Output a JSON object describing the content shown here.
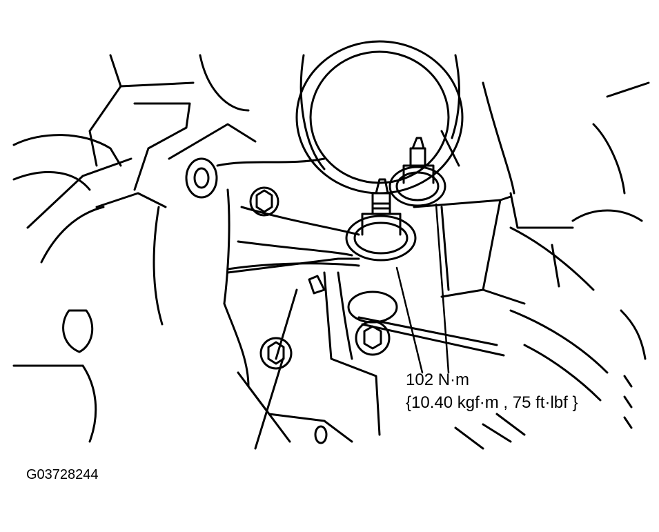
{
  "torque_spec": {
    "line1": "102 N·m",
    "line2": "{10.40 kgf·m , 75 ft·lbf }"
  },
  "figure_id": "G03728244",
  "colors": {
    "ink": "#000000",
    "paper": "#ffffff"
  }
}
